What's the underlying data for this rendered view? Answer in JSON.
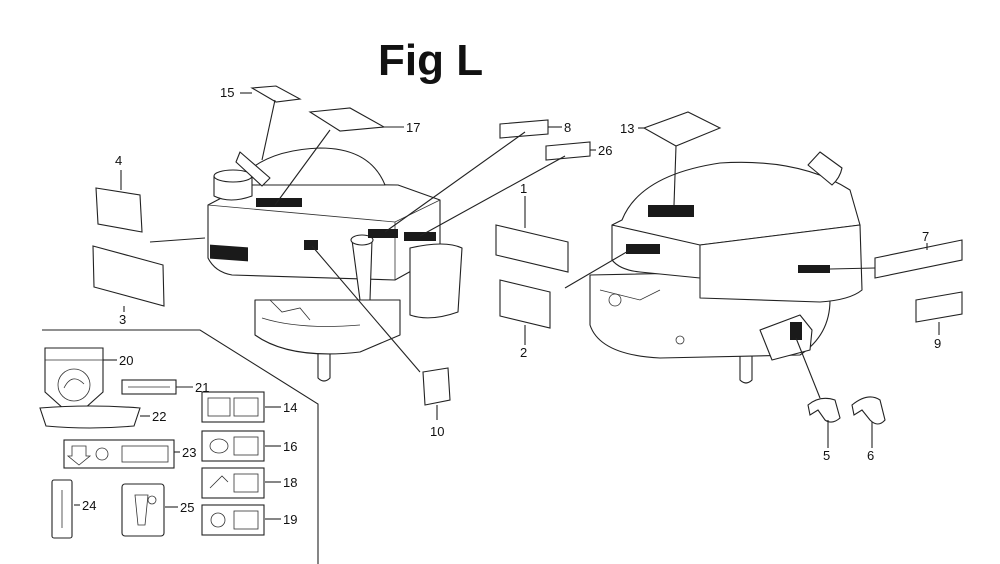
{
  "title": "Fig L",
  "callouts": {
    "c1": "1",
    "c2": "2",
    "c3": "3",
    "c4": "4",
    "c5": "5",
    "c6": "6",
    "c7": "7",
    "c8": "8",
    "c9": "9",
    "c10": "10",
    "c13": "13",
    "c14": "14",
    "c15": "15",
    "c16": "16",
    "c17": "17",
    "c18": "18",
    "c19": "19",
    "c20": "20",
    "c21": "21",
    "c22": "22",
    "c23": "23",
    "c24": "24",
    "c25": "25",
    "c26": "26"
  }
}
